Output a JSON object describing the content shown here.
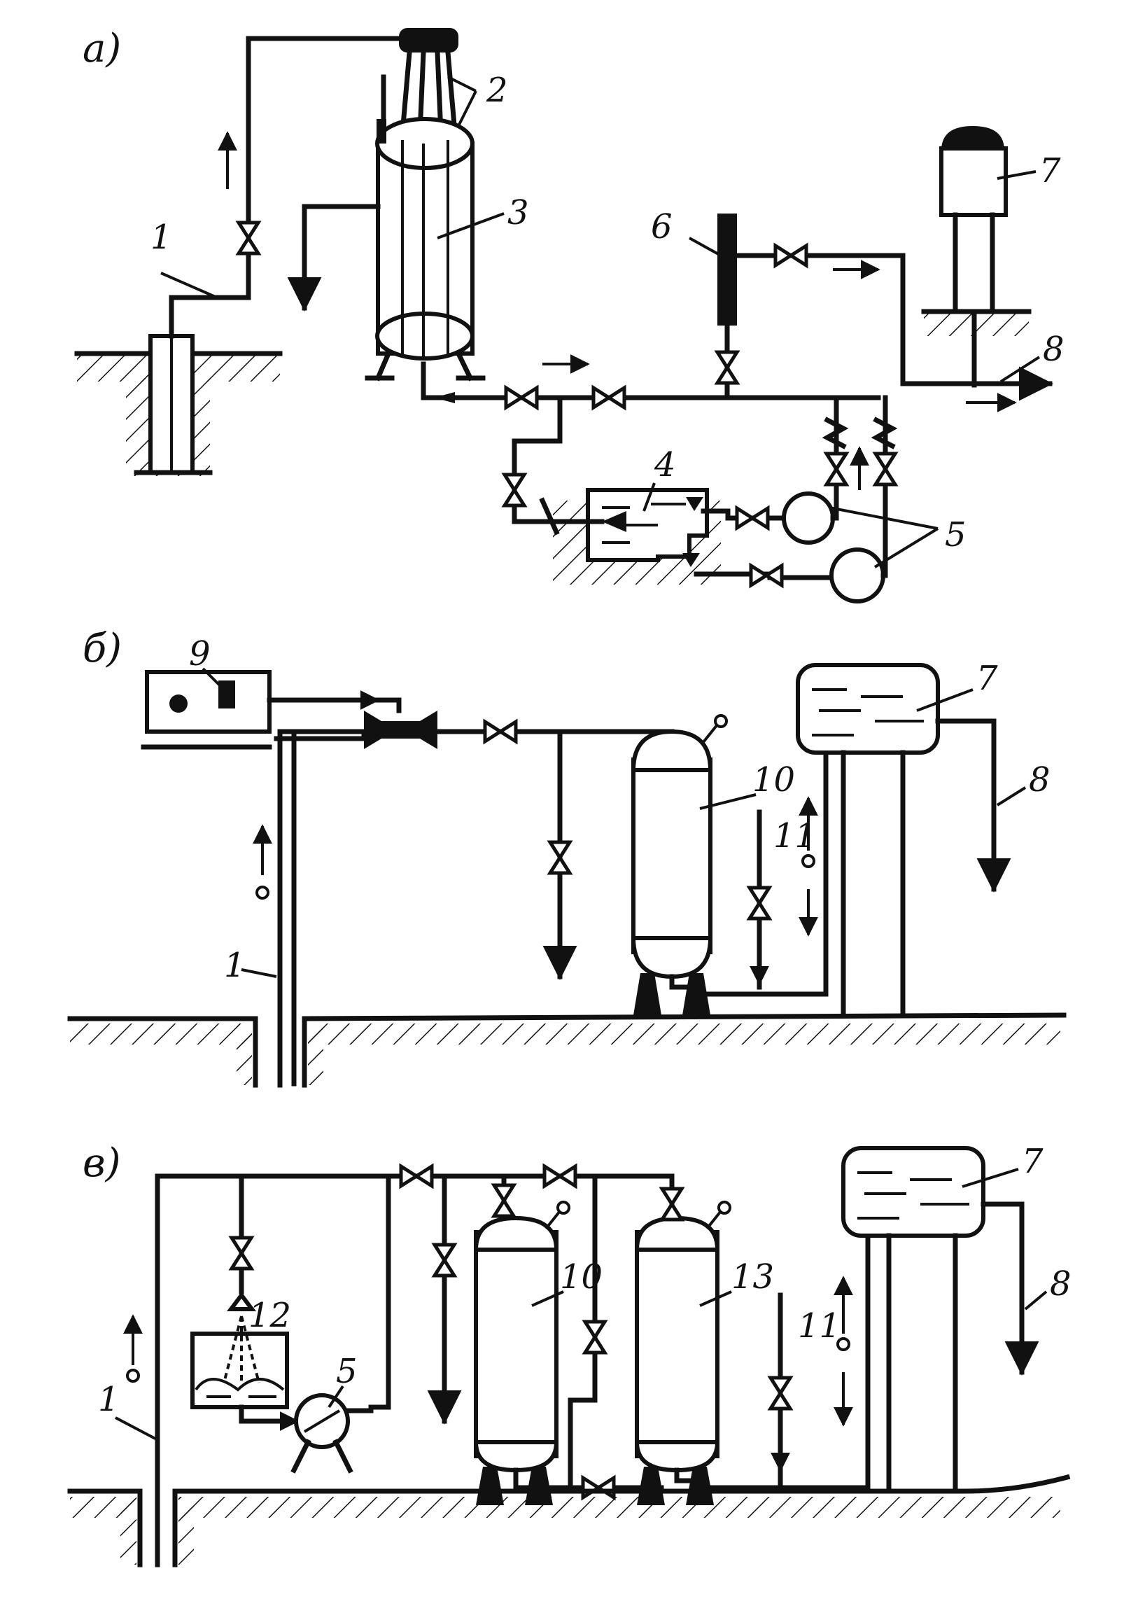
{
  "panels": [
    {
      "id": "a",
      "letter": "а)"
    },
    {
      "id": "b",
      "letter": "б)"
    },
    {
      "id": "c",
      "letter": "в)"
    }
  ],
  "labels": {
    "a": [
      "1",
      "2",
      "3",
      "4",
      "5",
      "6",
      "7",
      "8"
    ],
    "b": [
      "9",
      "7",
      "8",
      "10",
      "11",
      "1"
    ],
    "c": [
      "7",
      "8",
      "10",
      "13",
      "11",
      "12",
      "5",
      "1"
    ]
  }
}
